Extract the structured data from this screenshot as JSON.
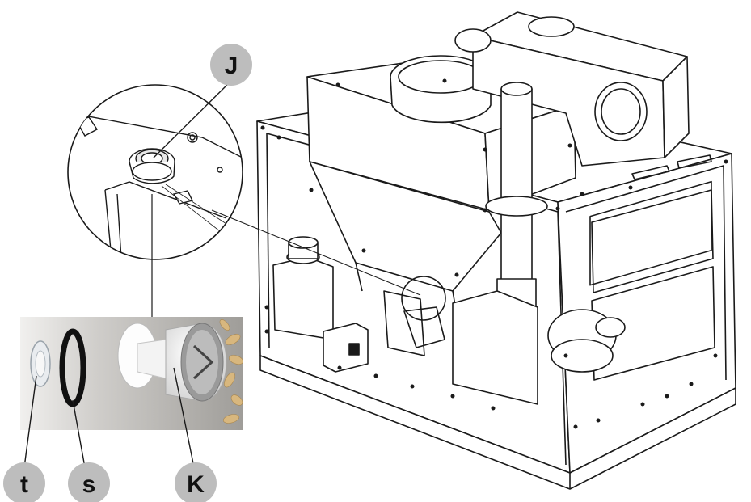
{
  "labels": {
    "J": "J",
    "t": "t",
    "s": "s",
    "K": "K"
  },
  "colors": {
    "callout_bubble": "#bdbdbd",
    "line": "#1a1a1a",
    "body_fill": "#ffffff",
    "photo_background": "#c9c6c0",
    "pellet": "#d8b77e"
  }
}
